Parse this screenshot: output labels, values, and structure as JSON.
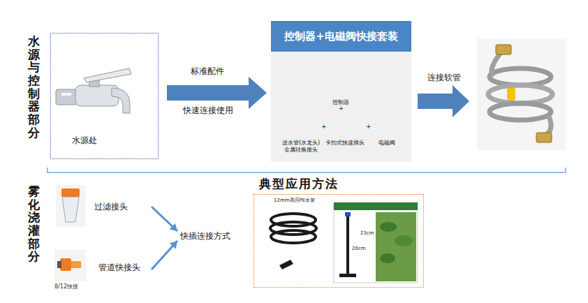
{
  "diagram": {
    "nodes": [
      {
        "text": [
          "水源处"
        ]
      },
      {
        "text": [
          "控制器+电磁阀快接套装"
        ]
      },
      {
        "text": [
          "过滤接头"
        ]
      },
      {
        "text": [
          "管道快接头",
          "8/12快接"
        ]
      },
      {
        "text": [
          "快插连接方式"
        ]
      },
      {
        "text": [
          "典型应用方法"
        ]
      }
    ],
    "edges": [
      {
        "from": 0,
        "to": 1,
        "label": "标准配件",
        "arrow": "to"
      },
      {
        "from": 2,
        "to": 4,
        "arrow": "to"
      },
      {
        "from": 3,
        "to": 4,
        "arrow": "to"
      }
    ],
    "labels": [
      "水源与控制器部分",
      "雾化浇灌部分",
      "快速连接使用",
      "控制器",
      "+",
      "进水管(水龙头)金属转换接头",
      "+",
      "卡扣式快速插头",
      "+",
      "电磁阀",
      "连接软管",
      "12mm高压PE水管",
      "20cm",
      "23cm"
    ]
  }
}
